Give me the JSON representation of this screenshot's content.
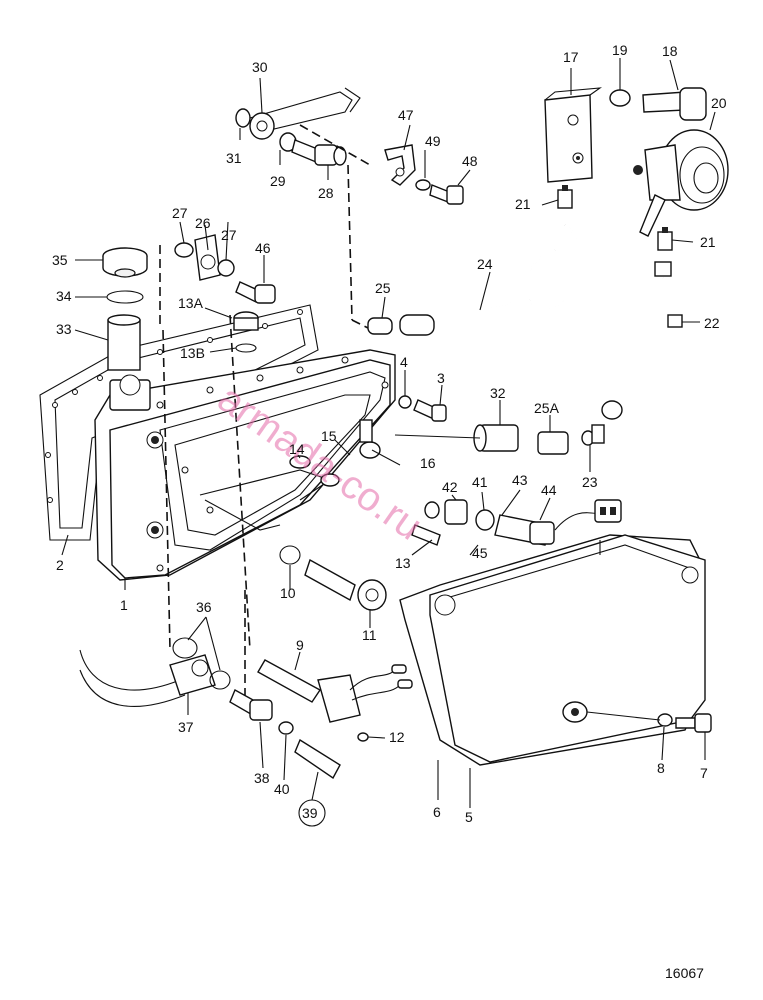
{
  "labels": {
    "l1": "1",
    "l2": "2",
    "l3": "3",
    "l4": "4",
    "l5": "5",
    "l6": "6",
    "l7": "7",
    "l8": "8",
    "l9": "9",
    "l10": "10",
    "l11": "11",
    "l12": "12",
    "l13": "13",
    "l13a": "13A",
    "l13b": "13B",
    "l14": "14",
    "l15": "15",
    "l16": "16",
    "l17": "17",
    "l18": "18",
    "l19": "19",
    "l20": "20",
    "l21a": "21",
    "l21b": "21",
    "l22": "22",
    "l23": "23",
    "l24": "24",
    "l25": "25",
    "l25a": "25A",
    "l26": "26",
    "l27a": "27",
    "l27b": "27",
    "l28": "28",
    "l29": "29",
    "l30": "30",
    "l31": "31",
    "l32": "32",
    "l33": "33",
    "l34": "34",
    "l35": "35",
    "l36": "36",
    "l37": "37",
    "l38": "38",
    "l39": "39",
    "l40": "40",
    "l41": "41",
    "l42": "42",
    "l43": "43",
    "l44": "44",
    "l45": "45",
    "l46": "46",
    "l47": "47",
    "l48": "48",
    "l49": "49"
  },
  "drawing_number": "16067",
  "watermark": "armada-co.ru"
}
